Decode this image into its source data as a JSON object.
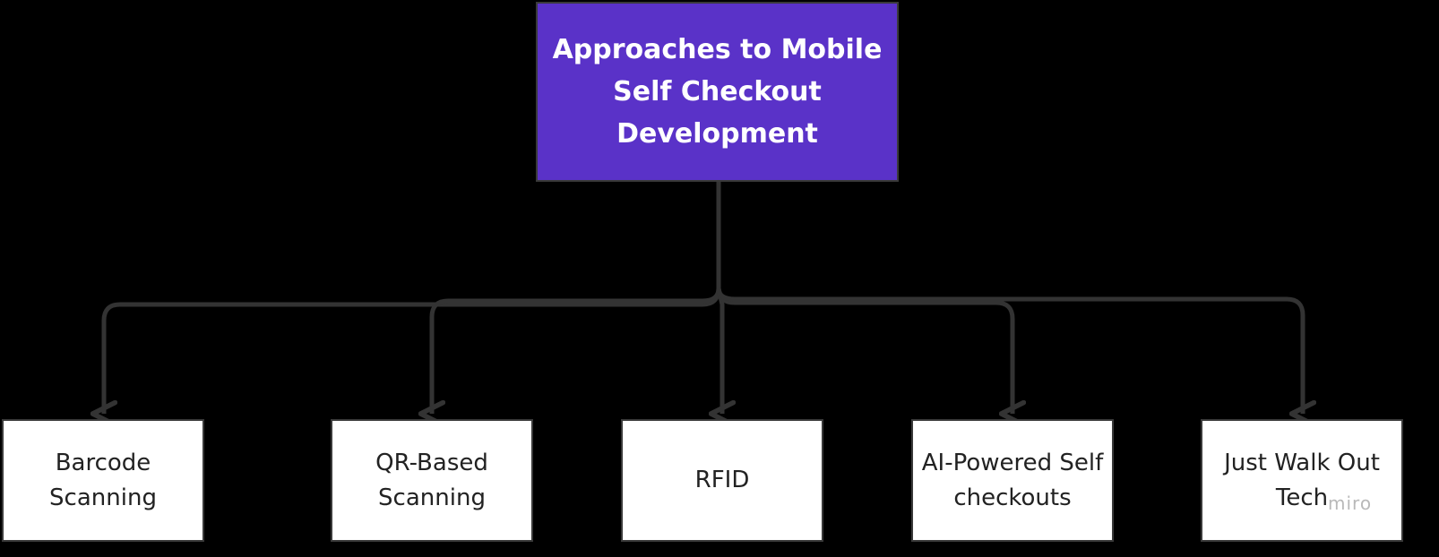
{
  "diagram": {
    "root": {
      "title": "Approaches to Mobile Self Checkout Development",
      "fill_color": "#5a32c8"
    },
    "children": [
      {
        "label": "Barcode Scanning"
      },
      {
        "label": "QR-Based Scanning"
      },
      {
        "label": "RFID"
      },
      {
        "label": "AI-Powered Self checkouts"
      },
      {
        "label": "Just Walk Out Tech"
      }
    ],
    "connector_color": "#333333",
    "background_color": "#000000"
  },
  "watermark": "miro"
}
